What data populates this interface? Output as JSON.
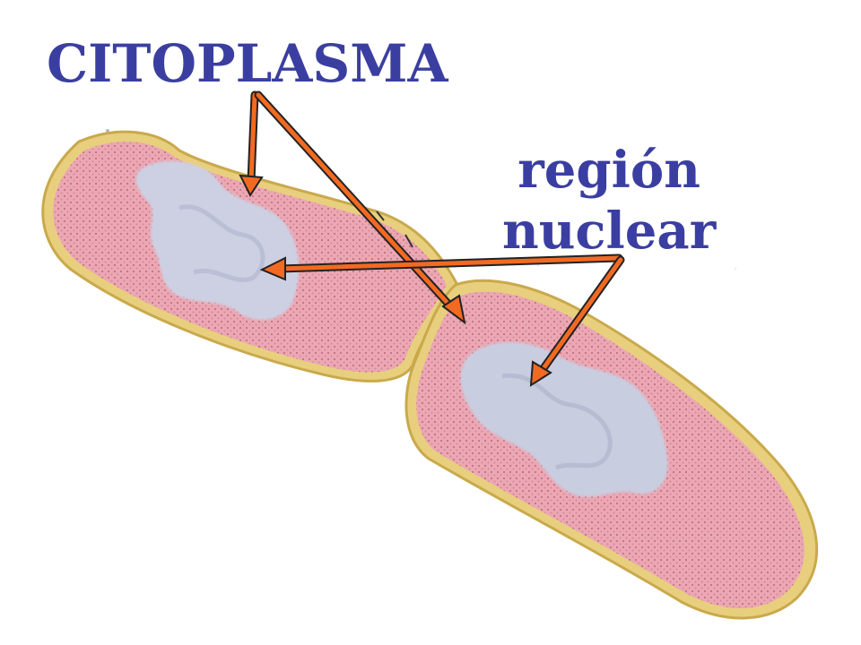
{
  "labels": {
    "cytoplasm": "CITOPLASMA",
    "nuclear_line1": "región",
    "nuclear_line2": "nuclear"
  },
  "colors": {
    "label_text": "#3b3ea1",
    "arrow_fill": "#f26a22",
    "arrow_outline": "#222222",
    "cell_wall": "#e4c978",
    "cytoplasm": "#e8a3b0",
    "nucleoid": "#c9cde0",
    "background": "#ffffff"
  }
}
